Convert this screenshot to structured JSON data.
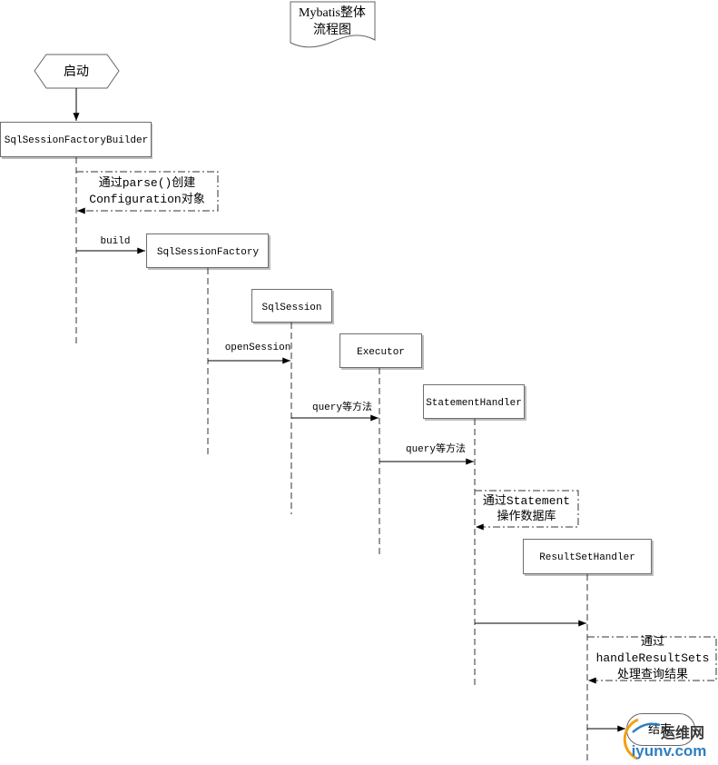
{
  "title": {
    "line1": "Mybatis整体",
    "line2": "流程图"
  },
  "start": {
    "label": "启动"
  },
  "end": {
    "label": "结束"
  },
  "participants": [
    {
      "name": "SqlSessionFactoryBuilder"
    },
    {
      "name": "SqlSessionFactory"
    },
    {
      "name": "SqlSession"
    },
    {
      "name": "Executor"
    },
    {
      "name": "StatementHandler"
    },
    {
      "name": "ResultSetHandler"
    }
  ],
  "messages": [
    {
      "label": "build"
    },
    {
      "label": "openSession"
    },
    {
      "label": "query等方法"
    },
    {
      "label": "query等方法"
    }
  ],
  "notes": [
    {
      "lines": [
        "通过parse()创建",
        "Configuration对象"
      ]
    },
    {
      "lines": [
        "通过Statement",
        "操作数据库"
      ]
    },
    {
      "lines": [
        "通过",
        "handleResultSets",
        "处理查询结果"
      ]
    }
  ],
  "watermark": {
    "cn": "运维网",
    "domain": "iyunv.com"
  },
  "colors": {
    "line": "#000000",
    "border": "#6e6e6e",
    "shadow": "#bdbdbd",
    "watermark_blue": "#1b75bc",
    "watermark_orange": "#f39800"
  }
}
